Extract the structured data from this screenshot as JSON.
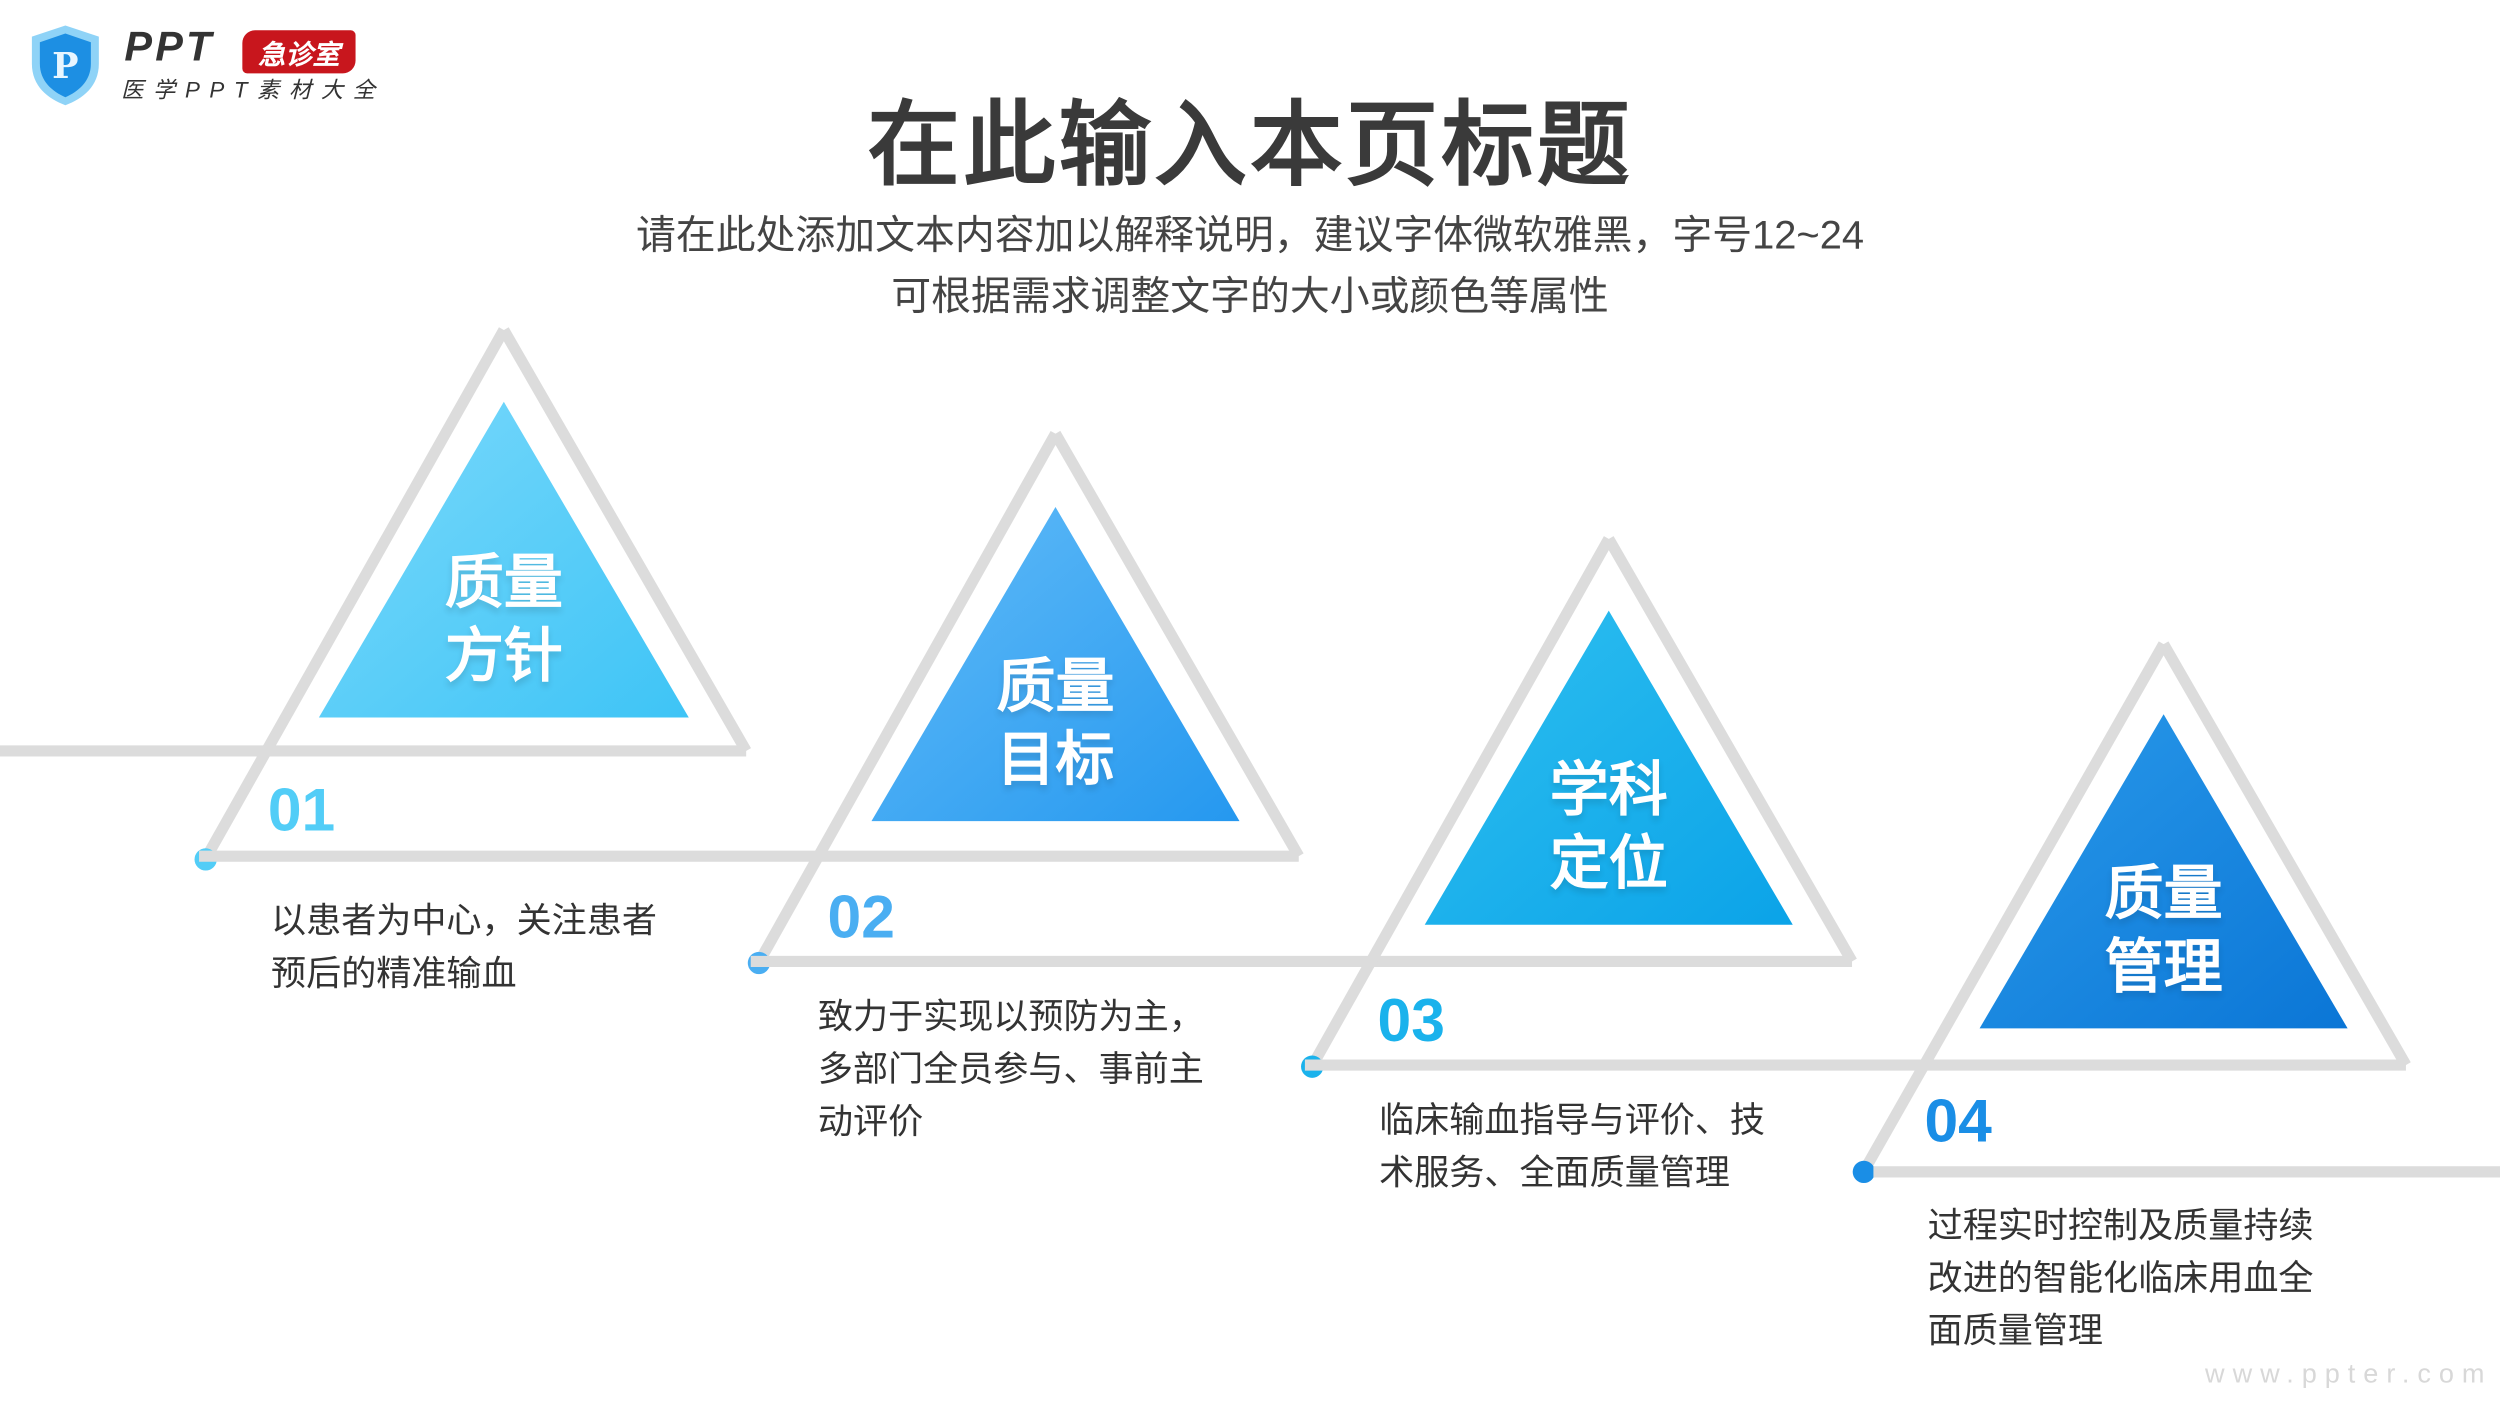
{
  "logo": {
    "brand": "PPT",
    "badge": "急诊室",
    "tagline": "医学PPT素材大全",
    "icon_letter": "P"
  },
  "header": {
    "title": "在此输入本页标题",
    "subtitle_lines": [
      "请在此处添加文本内容加以解释说明，建议字体微软雅黑，字号12~24",
      "可根据需求调整文字的大小或颜色等属性"
    ]
  },
  "steps": [
    {
      "number": "01",
      "label_lines": [
        "质量",
        "方针"
      ],
      "description_lines": [
        "以患者为中心，关注患者",
        "预后的精准输血"
      ],
      "color": "#52cdf7"
    },
    {
      "number": "02",
      "label_lines": [
        "质量",
        "目标"
      ],
      "description_lines": [
        "致力于实现以预防为主，",
        "多部门全员参与、事前主",
        "动评价"
      ],
      "color": "#4aaef2"
    },
    {
      "number": "03",
      "label_lines": [
        "学科",
        "定位"
      ],
      "description_lines": [
        "临床输血指导与评价、技",
        "术服务、全面质量管理"
      ],
      "color": "#1ab2ec"
    },
    {
      "number": "04",
      "label_lines": [
        "质量",
        "管理"
      ],
      "description_lines": [
        "过程实时控制及质量持续",
        "改进的智能化临床用血全",
        "面质量管理"
      ],
      "color": "#1a8ee6"
    }
  ],
  "watermark": "www.ppter.com"
}
